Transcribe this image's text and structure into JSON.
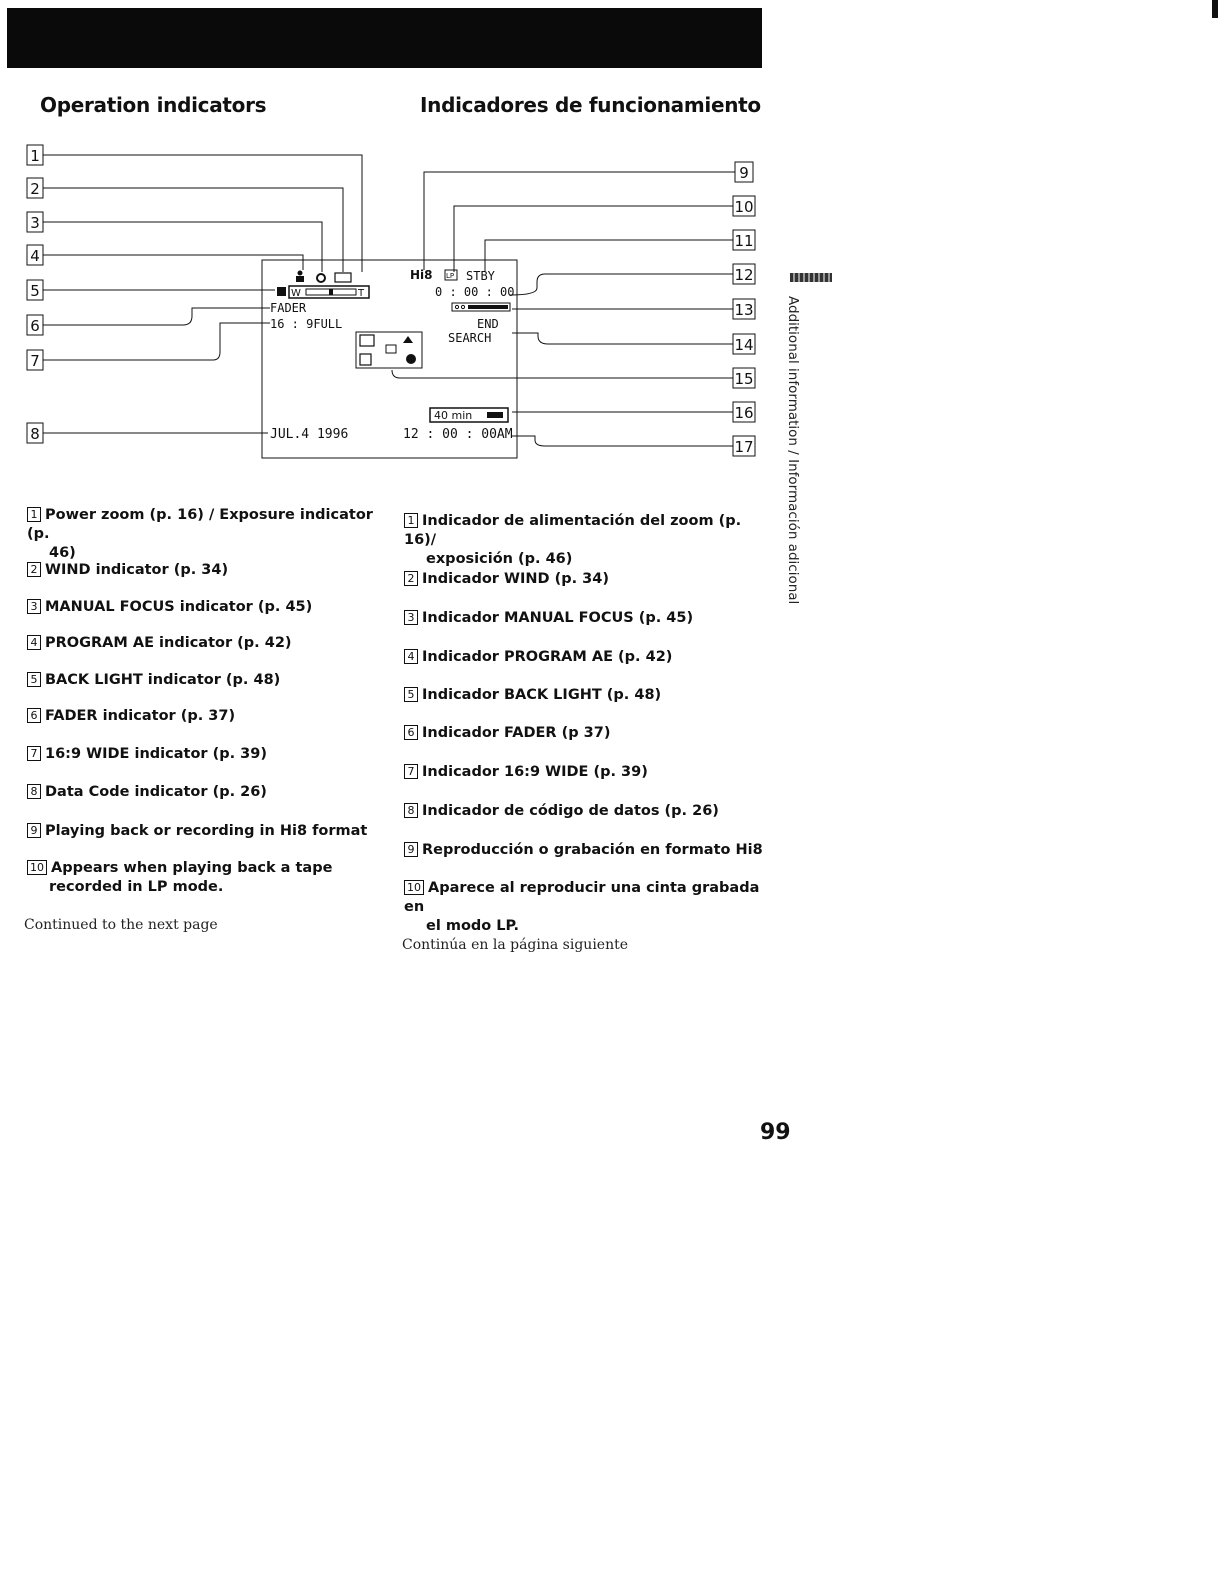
{
  "headings": {
    "english": "Operation indicators",
    "spanish": "Indicadores de funcionamiento"
  },
  "diagram": {
    "left_callouts": [
      "1",
      "2",
      "3",
      "4",
      "5",
      "6",
      "7",
      "8"
    ],
    "right_callouts": [
      "9",
      "10",
      "11",
      "12",
      "13",
      "14",
      "15",
      "16",
      "17"
    ],
    "screen": {
      "zoom_w": "W",
      "zoom_t": "T",
      "fader": "FADER",
      "wide_mode": "16 : 9FULL",
      "format_logo": "Hi8",
      "lp": "LP",
      "status": "STBY",
      "counter": "0 : 00 : 00",
      "end_search_1": "END",
      "end_search_2": "SEARCH",
      "date": "JUL.4 1996",
      "time": "12 : 00 : 00AM",
      "battery_remaining": "40 min"
    }
  },
  "english_items": [
    {
      "num": "1",
      "line1": "Power zoom (p. 16) / Exposure indicator (p.",
      "line2": "46)"
    },
    {
      "num": "2",
      "line1": "WIND indicator (p. 34)"
    },
    {
      "num": "3",
      "line1": "MANUAL FOCUS indicator (p. 45)"
    },
    {
      "num": "4",
      "line1": "PROGRAM AE indicator (p. 42)"
    },
    {
      "num": "5",
      "line1": "BACK LIGHT indicator (p. 48)"
    },
    {
      "num": "6",
      "line1": "FADER indicator (p. 37)"
    },
    {
      "num": "7",
      "line1": "16:9 WIDE indicator (p. 39)"
    },
    {
      "num": "8",
      "line1": "Data Code indicator (p. 26)"
    },
    {
      "num": "9",
      "line1": "Playing back or recording in Hi8 format"
    },
    {
      "num": "10",
      "line1": "Appears when playing back a tape",
      "line2": "recorded in LP mode."
    }
  ],
  "spanish_items": [
    {
      "num": "1",
      "line1": "Indicador de alimentación del zoom (p. 16)/",
      "line2": "exposición (p. 46)"
    },
    {
      "num": "2",
      "line1": "Indicador WIND (p. 34)"
    },
    {
      "num": "3",
      "line1": "Indicador MANUAL FOCUS (p. 45)"
    },
    {
      "num": "4",
      "line1": "Indicador PROGRAM AE (p. 42)"
    },
    {
      "num": "5",
      "line1": "Indicador BACK LIGHT (p. 48)"
    },
    {
      "num": "6",
      "line1": "Indicador FADER (p 37)"
    },
    {
      "num": "7",
      "line1": "Indicador 16:9 WIDE (p. 39)"
    },
    {
      "num": "8",
      "line1": "Indicador de código de datos (p. 26)"
    },
    {
      "num": "9",
      "line1": "Reproducción o grabación en formato Hi8"
    },
    {
      "num": "10",
      "line1": "Aparece al reproducir una cinta grabada en",
      "line2": "el modo LP."
    }
  ],
  "continued": {
    "english": "Continued to the next page",
    "spanish": "Continúa en la página siguiente"
  },
  "side_tab": "Additional information / Información adicional",
  "page_number": "99"
}
